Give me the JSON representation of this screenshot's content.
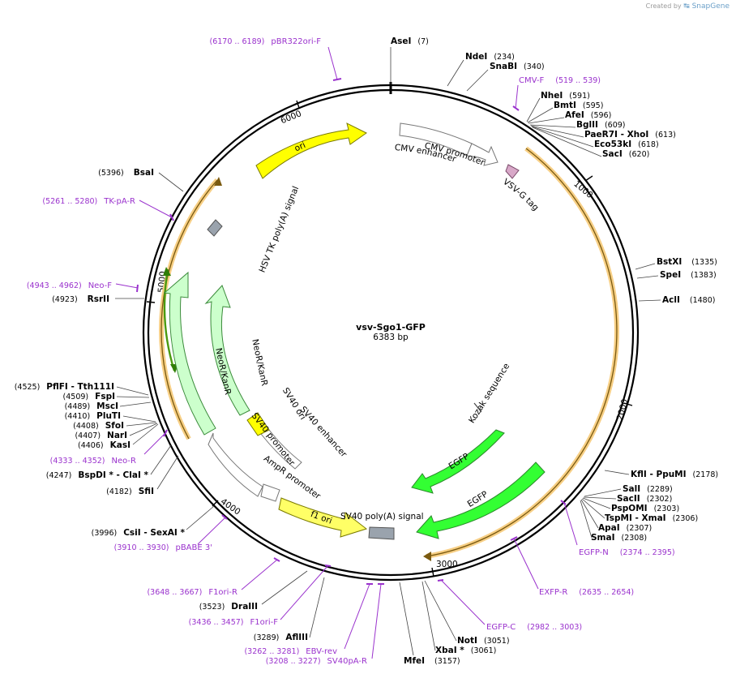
{
  "credit": {
    "prefix": "Created by",
    "brand": "SnapGene"
  },
  "map": {
    "name": "vsv-Sgo1-GFP",
    "length_label": "6383 bp",
    "ticks": [
      "1000",
      "2000",
      "3000",
      "4000",
      "5000",
      "6000"
    ]
  },
  "features": [
    {
      "id": "ori",
      "label": "ori"
    },
    {
      "id": "cmv-enhancer",
      "label": "CMV enhancer"
    },
    {
      "id": "cmv-promoter",
      "label": "CMV promoter"
    },
    {
      "id": "vsvg-tag",
      "label": "VSV-G tag"
    },
    {
      "id": "kozak",
      "label": "Kozak sequence"
    },
    {
      "id": "egfp1",
      "label": "EGFP"
    },
    {
      "id": "egfp2",
      "label": "EGFP"
    },
    {
      "id": "sv40-polya",
      "label": "SV40 poly(A) signal"
    },
    {
      "id": "f1-ori",
      "label": "f1 ori"
    },
    {
      "id": "ampr-promoter",
      "label": "AmpR promoter"
    },
    {
      "id": "sv40-promoter",
      "label": "SV40 promoter"
    },
    {
      "id": "sv40-enhancer",
      "label": "SV40 enhancer"
    },
    {
      "id": "sv40-ori",
      "label": "SV40 ori"
    },
    {
      "id": "neor-inner",
      "label": "NeoR/KanR"
    },
    {
      "id": "neor-outer",
      "label": "NeoR/KanR"
    },
    {
      "id": "hsv-tk",
      "label": "HSV TK poly(A) signal"
    }
  ],
  "enzymes": [
    {
      "name": "AseI",
      "pos": "(7)"
    },
    {
      "name": "NdeI",
      "pos": "(234)"
    },
    {
      "name": "SnaBI",
      "pos": "(340)"
    },
    {
      "name": "NheI",
      "pos": "(591)"
    },
    {
      "name": "BmtI",
      "pos": "(595)"
    },
    {
      "name": "AfeI",
      "pos": "(596)"
    },
    {
      "name": "BglII",
      "pos": "(609)"
    },
    {
      "name": "PaeR7I - XhoI",
      "pos": "(613)"
    },
    {
      "name": "Eco53kI",
      "pos": "(618)"
    },
    {
      "name": "SacI",
      "pos": "(620)"
    },
    {
      "name": "BstXI",
      "pos": "(1335)"
    },
    {
      "name": "SpeI",
      "pos": "(1383)"
    },
    {
      "name": "AclI",
      "pos": "(1480)"
    },
    {
      "name": "KflI - PpuMI",
      "pos": "(2178)"
    },
    {
      "name": "SalI",
      "pos": "(2289)"
    },
    {
      "name": "SacII",
      "pos": "(2302)"
    },
    {
      "name": "PspOMI",
      "pos": "(2303)"
    },
    {
      "name": "TspMI - XmaI",
      "pos": "(2306)"
    },
    {
      "name": "ApaI",
      "pos": "(2307)"
    },
    {
      "name": "SmaI",
      "pos": "(2308)"
    },
    {
      "name": "NotI",
      "pos": "(3051)"
    },
    {
      "name": "XbaI *",
      "pos": "(3061)"
    },
    {
      "name": "MfeI",
      "pos": "(3157)"
    },
    {
      "name": "AflIII",
      "pos": "(3289)"
    },
    {
      "name": "DraIII",
      "pos": "(3523)"
    },
    {
      "name": "CsiI - SexAI *",
      "pos": "(3996)"
    },
    {
      "name": "SfiI",
      "pos": "(4182)"
    },
    {
      "name": "BspDI * - ClaI *",
      "pos": "(4247)"
    },
    {
      "name": "KasI",
      "pos": "(4406)"
    },
    {
      "name": "NarI",
      "pos": "(4407)"
    },
    {
      "name": "SfoI",
      "pos": "(4408)"
    },
    {
      "name": "PluTI",
      "pos": "(4410)"
    },
    {
      "name": "MscI",
      "pos": "(4489)"
    },
    {
      "name": "FspI",
      "pos": "(4509)"
    },
    {
      "name": "PflFI - Tth111I",
      "pos": "(4525)"
    },
    {
      "name": "RsrII",
      "pos": "(4923)"
    },
    {
      "name": "BsaI",
      "pos": "(5396)"
    }
  ],
  "primers": [
    {
      "name": "pBR322ori-F",
      "pos": "(6170 .. 6189)"
    },
    {
      "name": "CMV-F",
      "pos": "(519 .. 539)"
    },
    {
      "name": "EGFP-N",
      "pos": "(2374 .. 2395)"
    },
    {
      "name": "EXFP-R",
      "pos": "(2635 .. 2654)"
    },
    {
      "name": "EGFP-C",
      "pos": "(2982 .. 3003)"
    },
    {
      "name": "EBV-rev",
      "pos": "(3262 .. 3281)"
    },
    {
      "name": "SV40pA-R",
      "pos": "(3208 .. 3227)"
    },
    {
      "name": "F1ori-F",
      "pos": "(3436 .. 3457)"
    },
    {
      "name": "F1ori-R",
      "pos": "(3648 .. 3667)"
    },
    {
      "name": "pBABE 3'",
      "pos": "(3910 .. 3930)"
    },
    {
      "name": "Neo-R",
      "pos": "(4333 .. 4352)"
    },
    {
      "name": "Neo-F",
      "pos": "(4943 .. 4962)"
    },
    {
      "name": "TK-pA-R",
      "pos": "(5261 .. 5280)"
    }
  ]
}
